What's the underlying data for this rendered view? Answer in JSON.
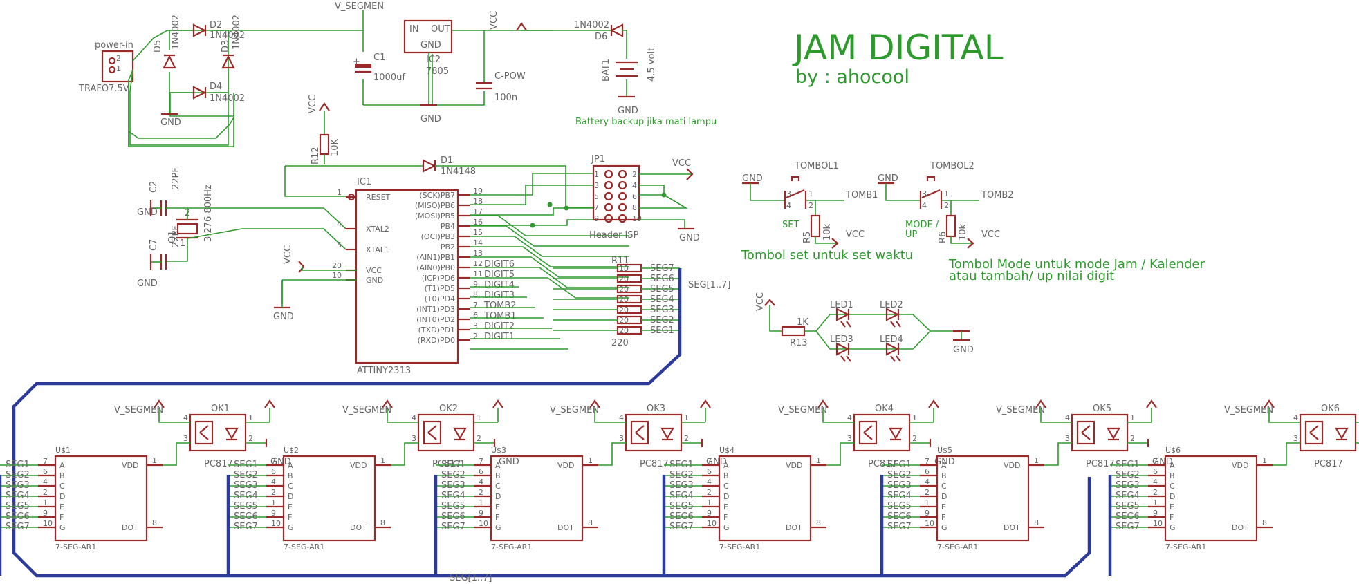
{
  "title": "JAM DIGITAL",
  "author": "by : ahocool",
  "power": {
    "connector_name": "power-in",
    "connector_value": "TRAFO7.5V",
    "pin1": "1",
    "pin2": "2",
    "diodes": [
      {
        "name": "D2",
        "value": "1N4002"
      },
      {
        "name": "D3",
        "value": "1N4002"
      },
      {
        "name": "D4",
        "value": "1N4002"
      },
      {
        "name": "D5",
        "value": "1N4002"
      }
    ],
    "c1_name": "C1",
    "c1_value": "1000uf",
    "ic2_name": "IC2",
    "ic2_value": "7805",
    "ic2_in": "IN",
    "ic2_out": "OUT",
    "ic2_gnd": "GND",
    "cpow_name": "C-POW",
    "cpow_value": "100n",
    "d6_name": "D6",
    "d6_value": "1N4002",
    "bat_name": "BAT1",
    "bat_value": "4.5 volt",
    "battery_note": "Battery backup jika mati lampu"
  },
  "nets": {
    "vseg": "V_SEGMEN",
    "vcc": "VCC",
    "gnd": "GND",
    "bus": "SEG[1..7]"
  },
  "mcu": {
    "name": "IC1",
    "value": "ATTINY2313",
    "left_pins": [
      {
        "num": "1",
        "label": "RESET"
      },
      {
        "num": "4",
        "label": "XTAL2"
      },
      {
        "num": "5",
        "label": "XTAL1"
      },
      {
        "num": "20",
        "label": "VCC"
      },
      {
        "num": "10",
        "label": "GND"
      }
    ],
    "right_pins": [
      {
        "num": "19",
        "label": "(SCK)PB7",
        "net": ""
      },
      {
        "num": "18",
        "label": "(MISO)PB6",
        "net": ""
      },
      {
        "num": "17",
        "label": "(MOSI)PB5",
        "net": ""
      },
      {
        "num": "16",
        "label": "PB4",
        "net": ""
      },
      {
        "num": "15",
        "label": "(OCI)PB3",
        "net": ""
      },
      {
        "num": "14",
        "label": "PB2",
        "net": ""
      },
      {
        "num": "13",
        "label": "(AIN1)PB1",
        "net": ""
      },
      {
        "num": "12",
        "label": "(AIN0)PB0",
        "net": "DIGIT6"
      },
      {
        "num": "11",
        "label": "(ICP)PD6",
        "net": "DIGIT5"
      },
      {
        "num": "9",
        "label": "(T1)PD5",
        "net": "DIGIT4"
      },
      {
        "num": "8",
        "label": "(T0)PD4",
        "net": "DIGIT3"
      },
      {
        "num": "7",
        "label": "(INT1)PD3",
        "net": "TOMB2"
      },
      {
        "num": "6",
        "label": "(INT0)PD2",
        "net": "TOMB1"
      },
      {
        "num": "3",
        "label": "(TXD)PD1",
        "net": "DIGIT2"
      },
      {
        "num": "2",
        "label": "(RXD)PD0",
        "net": "DIGIT1"
      }
    ]
  },
  "r12": {
    "name": "R12",
    "value": "10K"
  },
  "d1": {
    "name": "D1",
    "value": "1N4148"
  },
  "c2": {
    "name": "C2",
    "value": "22PF"
  },
  "c7": {
    "name": "C7",
    "value": "22PF"
  },
  "q1": {
    "name": "Q1",
    "value": "3.276 800Hz"
  },
  "header": {
    "name": "JP1",
    "value": "Header ISP",
    "pins": [
      "1",
      "2",
      "3",
      "4",
      "5",
      "6",
      "7",
      "8",
      "9",
      "10"
    ]
  },
  "rnet": {
    "name": "R11",
    "value": "220",
    "pins": [
      "10",
      "20",
      "20",
      "20",
      "20",
      "20",
      "20"
    ],
    "segs": [
      "SEG7",
      "SEG6",
      "SEG5",
      "SEG4",
      "SEG3",
      "SEG2",
      "SEG1"
    ]
  },
  "buttons": [
    {
      "name": "TOMBOL1",
      "net": "TOMB1",
      "label": "SET",
      "res_name": "R5",
      "res_value": "10k",
      "p1": "1",
      "p2": "2",
      "p3": "3",
      "p4": "4"
    },
    {
      "name": "TOMBOL2",
      "net": "TOMB2",
      "label": "MODE / UP",
      "label_l1": "MODE /",
      "label_l2": "UP",
      "res_name": "R6",
      "res_value": "10k",
      "p1": "1",
      "p2": "2",
      "p3": "3",
      "p4": "4"
    }
  ],
  "notes": {
    "set": "Tombol set untuk set waktu",
    "mode_l1": "Tombol Mode untuk mode Jam / Kalender",
    "mode_l2": "atau tambah/ up nilai digit"
  },
  "leds": {
    "r13_name": "R13",
    "r13_value": "1K",
    "names": [
      "LED1",
      "LED2",
      "LED3",
      "LED4"
    ]
  },
  "displays": [
    {
      "name": "U$1",
      "opto": "OK1",
      "opto_value": "PC817"
    },
    {
      "name": "U$2",
      "opto": "OK2",
      "opto_value": "PC817"
    },
    {
      "name": "U$3",
      "opto": "OK3",
      "opto_value": "PC817"
    },
    {
      "name": "U$4",
      "opto": "OK4",
      "opto_value": "PC817"
    },
    {
      "name": "U$5",
      "opto": "OK5",
      "opto_value": "PC817"
    },
    {
      "name": "U$6",
      "opto": "OK6",
      "opto_value": "PC817"
    }
  ],
  "display_model": "7-SEG-AR1",
  "display_pins": {
    "segments": [
      "A",
      "B",
      "C",
      "D",
      "E",
      "F",
      "G"
    ],
    "pin_numbers": [
      "7",
      "6",
      "4",
      "2",
      "1",
      "9",
      "10"
    ],
    "vdd": "VDD",
    "vdd_pin": "1",
    "dot": "DOT",
    "dot_pin": "8",
    "seg_labels": [
      "SEG1",
      "SEG2",
      "SEG3",
      "SEG4",
      "SEG5",
      "SEG6",
      "SEG7"
    ]
  },
  "opto_pins": [
    "1",
    "2",
    "3",
    "4"
  ]
}
